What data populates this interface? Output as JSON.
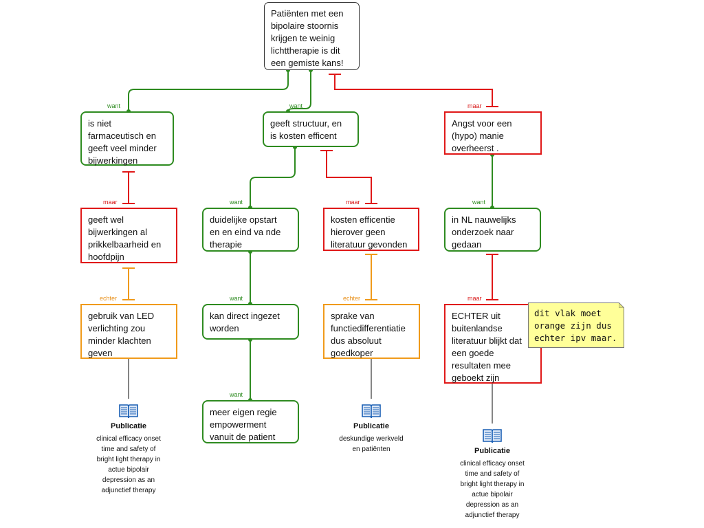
{
  "nodes": {
    "root": "Patiënten met een\nbipolaire stoornis\nkrijgen te weinig\nlichttherapie is dit\neen gemiste kans!",
    "farmaceutisch": "is niet\nfarmaceutisch en\ngeeft veel minder\nbijwerkingen",
    "structuur": "geeft structuur, en\nis kosten efficent",
    "angst": "Angst voor een\n(hypo) manie\noverheerst .",
    "bijwerkingen": "geeft wel\nbijwerkingen al\nprikkelbaarheid en\nhoofdpijn",
    "opstart": "duidelijke opstart\nen en eind va nde\ntherapie",
    "kosten": "kosten efficentie\nhierover geen\nliteratuur gevonden",
    "onderzoek": "in NL nauwelijks\nonderzoek naar\ngedaan",
    "led": "gebruik van LED\nverlichting zou\nminder klachten\ngeven",
    "direct": "kan direct ingezet\nworden",
    "functie": "sprake van\nfunctiedifferentiatie\ndus absoluut\ngoedkoper",
    "echter_uit": "ECHTER uit\nbuitenlandse\nliteratuur blijkt dat\neen goede\nresultaten mee\ngeboekt zijn",
    "regie": "meer eigen regie\nempowerment\nvanuit de patient"
  },
  "labels": {
    "want1": "want",
    "want2": "want",
    "maar1": "maar",
    "maar2": "maar",
    "want3": "want",
    "maar3": "maar",
    "want4": "want",
    "echter1": "echter",
    "want5": "want",
    "echter2": "echter",
    "maar4": "maar",
    "want6": "want"
  },
  "publications": {
    "pub1": {
      "title": "Publicatie",
      "desc": "clinical efficacy onset\ntime and safety of\nbright light therapy in\nactue bipolair\ndepression as an\nadjunctief therapy"
    },
    "pub2": {
      "title": "Publicatie",
      "desc": "deskundige werkveld\nen patiënten"
    },
    "pub3": {
      "title": "Publicatie",
      "desc": "clinical efficacy onset\ntime and safety of\nbright light therapy in\nactue bipolair\ndepression as an\nadjunctief therapy"
    }
  },
  "note": "dit vlak moet\norange zijn dus\nechter ipv maar.",
  "icons": {
    "publication": "open-book-icon",
    "note_corner": "folded-corner-icon"
  },
  "colors": {
    "want": "#2e8b20",
    "maar": "#e01818",
    "echter": "#f09a1a",
    "root": "#333333",
    "note": "#ffff99",
    "book": "#1a5fb4"
  }
}
